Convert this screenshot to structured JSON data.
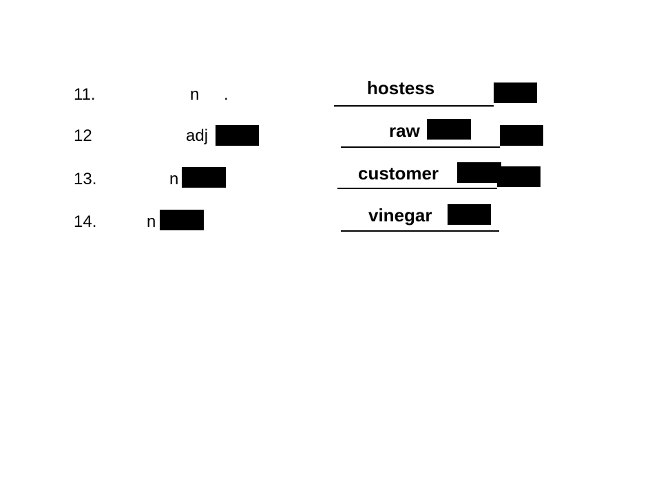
{
  "items": [
    {
      "number": "11.",
      "pos": "n",
      "extra": ".",
      "answer": "hostess"
    },
    {
      "number": "12",
      "pos": "adj",
      "answer": "raw"
    },
    {
      "number": "13.",
      "pos": "n",
      "answer": "customer"
    },
    {
      "number": "14.",
      "pos": "n",
      "answer": "vinegar"
    }
  ],
  "colors": {
    "text": "#000000",
    "redaction": "#000000",
    "background": "#ffffff"
  }
}
